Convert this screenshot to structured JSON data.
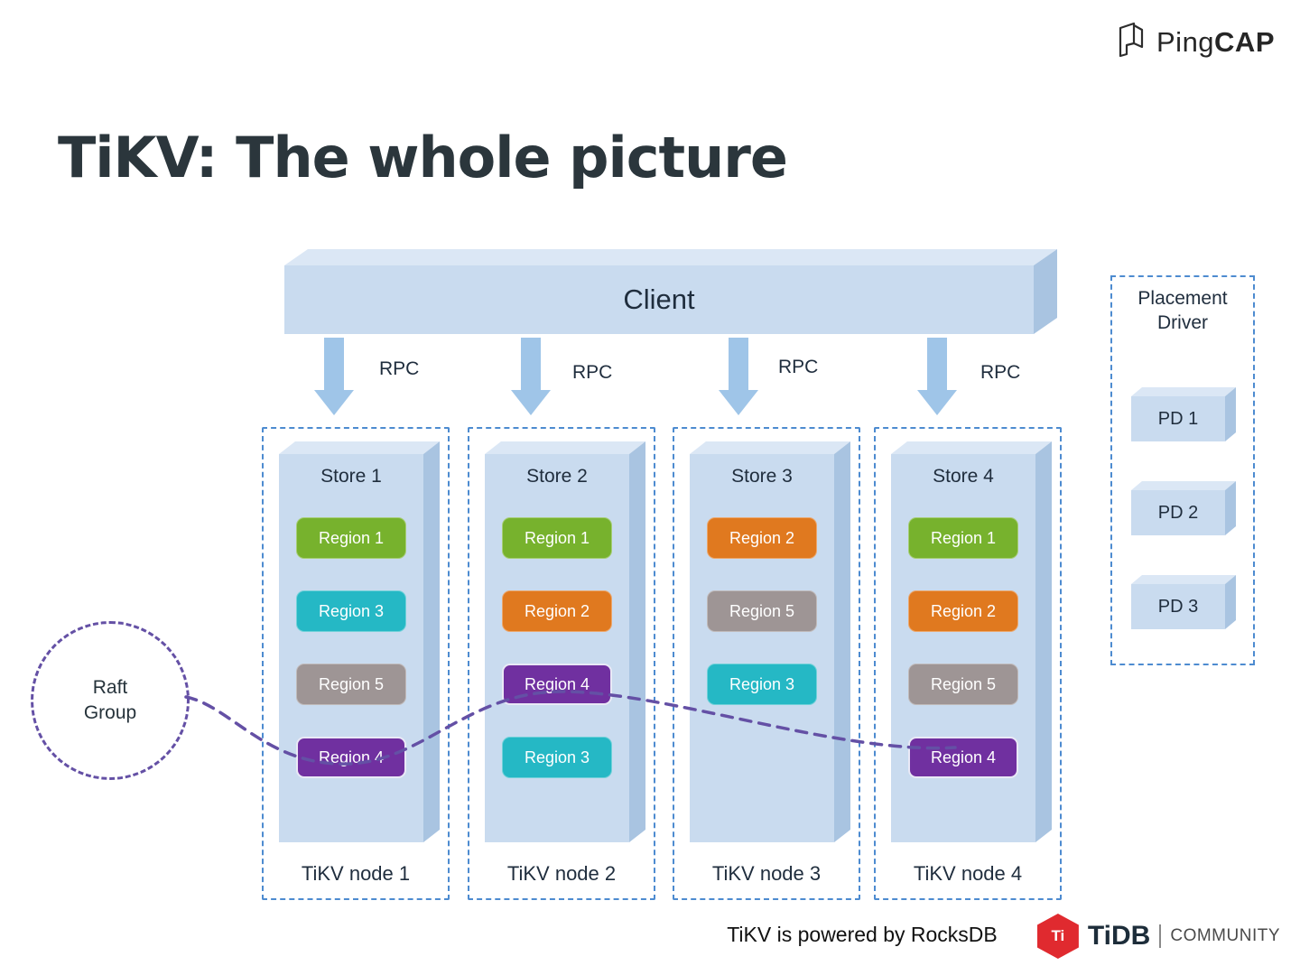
{
  "title": "TiKV: The whole picture",
  "logos": {
    "pingcap_regular": "Ping",
    "pingcap_bold": "CAP",
    "tidb_icon_text": "Ti",
    "tidb_name": "TiDB",
    "tidb_community": "COMMUNITY"
  },
  "client": {
    "label": "Client"
  },
  "rpc": {
    "labels": [
      "RPC",
      "RPC",
      "RPC",
      "RPC"
    ]
  },
  "nodes": [
    {
      "store_label": "Store 1",
      "node_label": "TiKV node 1",
      "regions": [
        {
          "label": "Region 1",
          "color": "#77b22d"
        },
        {
          "label": "Region 3",
          "color": "#25b8c5"
        },
        {
          "label": "Region 5",
          "color": "#9e9595"
        },
        {
          "label": "Region 4",
          "color": "#7030a0"
        }
      ]
    },
    {
      "store_label": "Store 2",
      "node_label": "TiKV node 2",
      "regions": [
        {
          "label": "Region 1",
          "color": "#77b22d"
        },
        {
          "label": "Region 2",
          "color": "#e0791f"
        },
        {
          "label": "Region 4",
          "color": "#7030a0"
        },
        {
          "label": "Region 3",
          "color": "#25b8c5"
        }
      ]
    },
    {
      "store_label": "Store 3",
      "node_label": "TiKV node 3",
      "regions": [
        {
          "label": "Region 2",
          "color": "#e0791f"
        },
        {
          "label": "Region 5",
          "color": "#9e9595"
        },
        {
          "label": "Region 3",
          "color": "#25b8c5"
        }
      ]
    },
    {
      "store_label": "Store 4",
      "node_label": "TiKV node 4",
      "regions": [
        {
          "label": "Region 1",
          "color": "#77b22d"
        },
        {
          "label": "Region 2",
          "color": "#e0791f"
        },
        {
          "label": "Region 5",
          "color": "#9e9595"
        },
        {
          "label": "Region 4",
          "color": "#7030a0"
        }
      ]
    }
  ],
  "placement_driver": {
    "title": "Placement Driver",
    "items": [
      "PD 1",
      "PD 2",
      "PD 3"
    ]
  },
  "raft_group": {
    "label": "Raft Group"
  },
  "footer": {
    "text": "TiKV is powered by RocksDB"
  },
  "colors": {
    "box_face": "#c9dbef",
    "box_top": "#dbe7f5",
    "box_side": "#a9c4e1",
    "dashed_blue": "#4d8bd0",
    "arrow_blue": "#9fc5e8",
    "raft_purple": "#6450a5",
    "region_green": "#77b22d",
    "region_cyan": "#25b8c5",
    "region_gray": "#9e9595",
    "region_orange": "#e0791f",
    "region_purple": "#7030a0",
    "tidb_red": "#e02a2f"
  }
}
